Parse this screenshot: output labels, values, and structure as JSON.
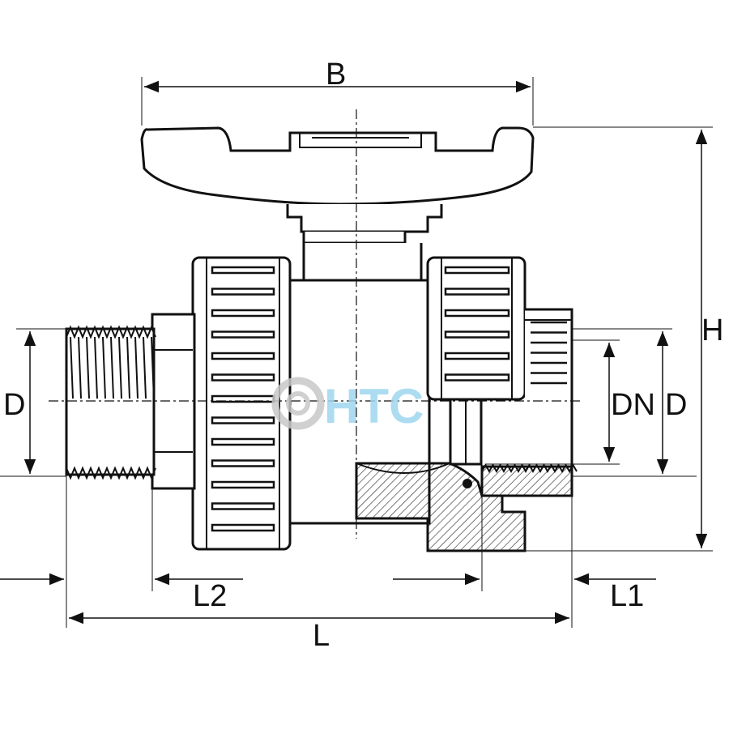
{
  "labels": {
    "width_handle": "B",
    "height_total": "H",
    "diameter_left": "D",
    "nominal_diameter": "DN",
    "diameter_right": "D",
    "length_left_thread": "L2",
    "length_right_thread": "L1",
    "length_total": "L"
  },
  "watermark": {
    "text": "HTC",
    "color": "#9fd6ef",
    "ring_color": "#c8c8c8"
  },
  "colors": {
    "line": "#111111",
    "hatch": "#222222",
    "background": "#ffffff"
  }
}
